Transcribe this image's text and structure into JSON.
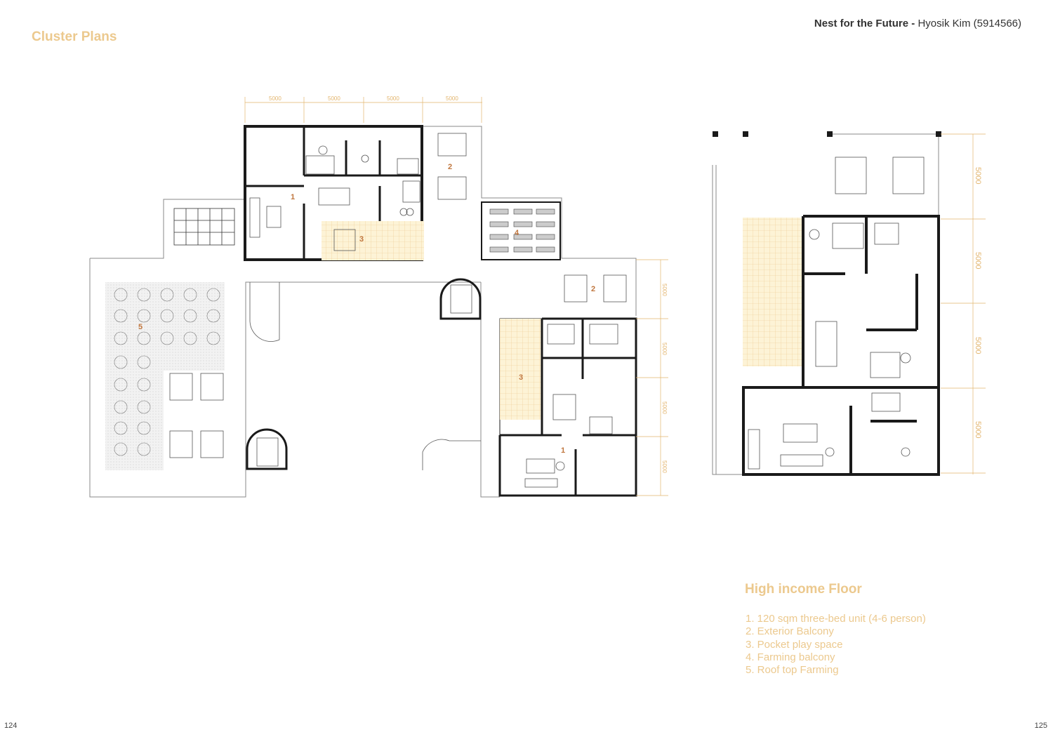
{
  "page": {
    "title": "Cluster Plans",
    "header_project": "Nest for the Future -",
    "header_author": "Hyosik Kim (5914566)",
    "page_left": "124",
    "page_right": "125"
  },
  "plans": {
    "cluster_dims": [
      "5000",
      "5000",
      "5000",
      "5000"
    ],
    "cluster_side_dims": [
      "5000",
      "5000",
      "5000",
      "5000"
    ],
    "unit_dims": [
      "5000",
      "5000",
      "5000",
      "5000"
    ],
    "cluster_labels": [
      "1",
      "2",
      "3",
      "4",
      "2",
      "3",
      "1",
      "5"
    ]
  },
  "legend": {
    "title": "High income Floor",
    "items": [
      "1. 120 sqm three-bed unit (4-6 person)",
      "2. Exterior Balcony",
      "3. Pocket play space",
      "4. Farming balcony",
      "5. Roof top Farming"
    ]
  },
  "colors": {
    "accent": "#ecc98e",
    "wall": "#1a1a1a",
    "hatch_fill": "#fdf3d6",
    "label": "#c0763e"
  }
}
